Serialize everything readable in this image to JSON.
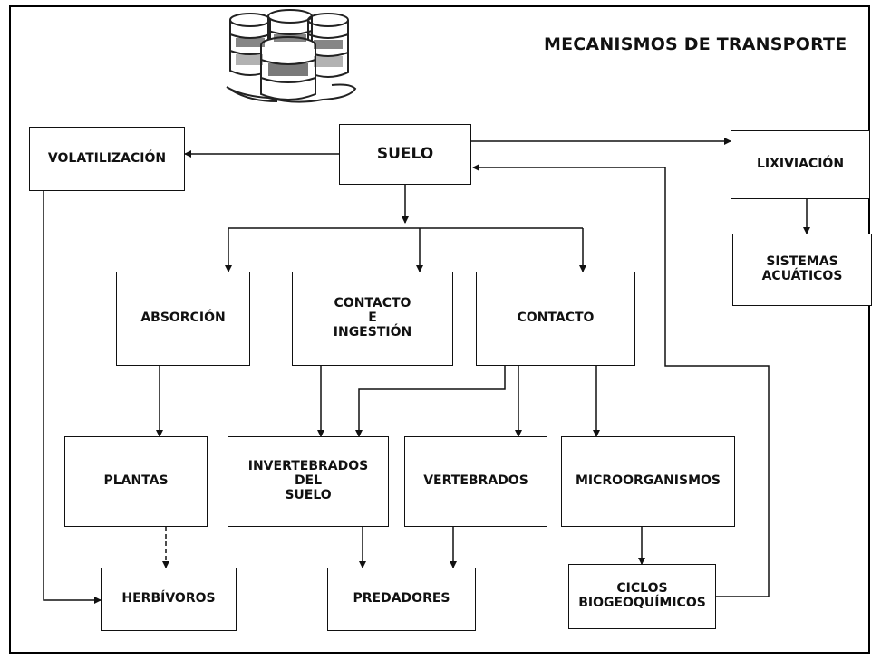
{
  "title": "MECANISMOS DE TRANSPORTE",
  "nodes": {
    "volatilizacion": "VOLATILIZACIÓN",
    "suelo": "SUELO",
    "lixiviacion": "LIXIVIACIÓN",
    "sistemas_acuaticos": "SISTEMAS\nACUÁTICOS",
    "absorcion": "ABSORCIÓN",
    "contacto_ingestion": "CONTACTO\nE\nINGESTIÓN",
    "contacto": "CONTACTO",
    "plantas": "PLANTAS",
    "invertebrados": "INVERTEBRADOS\nDEL\nSUELO",
    "vertebrados": "VERTEBRADOS",
    "microorganismos": "MICROORGANISMOS",
    "herbivoros": "HERBÍVOROS",
    "predadores": "PREDADORES",
    "ciclos": "CICLOS\nBIOGEOQUÍMICOS"
  },
  "colors": {
    "line": "#111111",
    "barrel": "#222222"
  },
  "icons": {
    "illustration": "toxic-barrels-icon"
  }
}
